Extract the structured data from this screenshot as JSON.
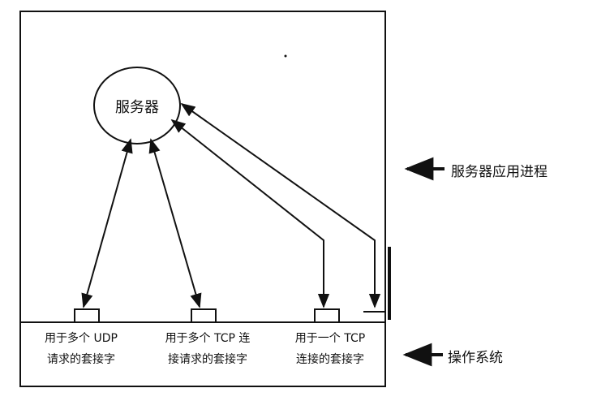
{
  "server": {
    "label": "服务器"
  },
  "sockets": [
    {
      "line1": "用于多个 UDP",
      "line2": "请求的套接字"
    },
    {
      "line1": "用于多个 TCP 连",
      "line2": "接请求的套接字"
    },
    {
      "line1": "用于一个 TCP",
      "line2": "连接的套接字"
    }
  ],
  "side_labels": {
    "process": "服务器应用进程",
    "os": "操作系统"
  }
}
